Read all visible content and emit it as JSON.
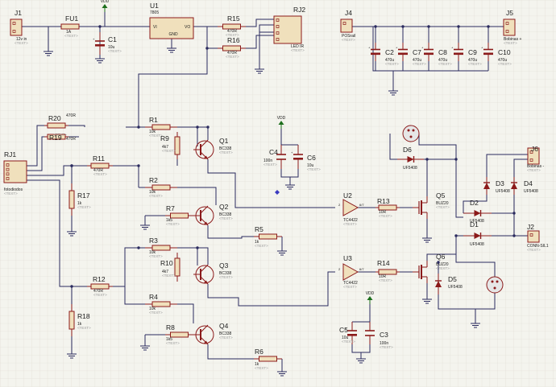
{
  "supply": {
    "vdd": "VDD"
  },
  "ph": "<TEXT>",
  "components": {
    "J1": {
      "ref": "J1",
      "value": "12v in"
    },
    "FU1": {
      "ref": "FU1",
      "value": "1A"
    },
    "C1": {
      "ref": "C1",
      "value": "10u"
    },
    "U1": {
      "ref": "U1",
      "value": "7805",
      "pin_vi": "VI",
      "pin_vo": "VO",
      "pin_gnd": "GND"
    },
    "R15": {
      "ref": "R15",
      "value": "470R"
    },
    "R16": {
      "ref": "R16",
      "value": "470R"
    },
    "RJ2": {
      "ref": "RJ2",
      "value": "LED IR"
    },
    "J4": {
      "ref": "J4",
      "value": "POSrail"
    },
    "J5": {
      "ref": "J5",
      "value": "Bobinas +"
    },
    "C2": {
      "ref": "C2",
      "value": "470u"
    },
    "C7": {
      "ref": "C7",
      "value": "470u"
    },
    "C8": {
      "ref": "C8",
      "value": "470u"
    },
    "C9": {
      "ref": "C9",
      "value": "470u"
    },
    "C10": {
      "ref": "C10",
      "value": "470u"
    },
    "R20": {
      "ref": "R20",
      "value": "470R"
    },
    "R19": {
      "ref": "R19",
      "value": "470R"
    },
    "RJ1": {
      "ref": "RJ1",
      "value": "fotodiodos"
    },
    "R11": {
      "ref": "R11",
      "value": "470R"
    },
    "R17": {
      "ref": "R17",
      "value": "1k"
    },
    "R12": {
      "ref": "R12",
      "value": "470R"
    },
    "R18": {
      "ref": "R18",
      "value": "1k"
    },
    "R1": {
      "ref": "R1",
      "value": "10k"
    },
    "R9": {
      "ref": "R9",
      "value": "4k7"
    },
    "Q1": {
      "ref": "Q1",
      "value": "BC338"
    },
    "R2": {
      "ref": "R2",
      "value": "10k"
    },
    "R7": {
      "ref": "R7",
      "value": "1k5"
    },
    "Q2": {
      "ref": "Q2",
      "value": "BC338"
    },
    "R5": {
      "ref": "R5",
      "value": "1k"
    },
    "R3": {
      "ref": "R3",
      "value": "10k"
    },
    "R10": {
      "ref": "R10",
      "value": "4k7"
    },
    "Q3": {
      "ref": "Q3",
      "value": "BC338"
    },
    "R4": {
      "ref": "R4",
      "value": "10k"
    },
    "R8": {
      "ref": "R8",
      "value": "1k5"
    },
    "Q4": {
      "ref": "Q4",
      "value": "BC338"
    },
    "R6": {
      "ref": "R6",
      "value": "1k"
    },
    "C4": {
      "ref": "C4",
      "value": "100n"
    },
    "C6": {
      "ref": "C6",
      "value": "10u"
    },
    "U2": {
      "ref": "U2",
      "value": "TC4422"
    },
    "R13": {
      "ref": "R13",
      "value": "10R"
    },
    "Q5": {
      "ref": "Q5",
      "value": "BUZ20"
    },
    "D6": {
      "ref": "D6",
      "value": "UF5408"
    },
    "J6": {
      "ref": "J6",
      "value": "Bobinas -"
    },
    "D3": {
      "ref": "D3",
      "value": "UF5408"
    },
    "D4": {
      "ref": "D4",
      "value": "UF5408"
    },
    "D2": {
      "ref": "D2",
      "value": "UF5408"
    },
    "D1": {
      "ref": "D1",
      "value": "UF5408"
    },
    "J2": {
      "ref": "J2",
      "value": "CONN-SIL1"
    },
    "U3": {
      "ref": "U3",
      "value": "TC4422"
    },
    "R14": {
      "ref": "R14",
      "value": "10R"
    },
    "Q6": {
      "ref": "Q6",
      "value": "BUZ20"
    },
    "D5": {
      "ref": "D5",
      "value": "UF5408"
    },
    "C5": {
      "ref": "C5",
      "value": "10u"
    },
    "C3": {
      "ref": "C3",
      "value": "100n"
    }
  },
  "colors": {
    "wire": "#2a2a5e",
    "body": "#8b1a1a",
    "fill": "#f0e0bc",
    "grid": "#dedad2",
    "power": "#1b6e1b",
    "pin": "#8b1a1a"
  }
}
